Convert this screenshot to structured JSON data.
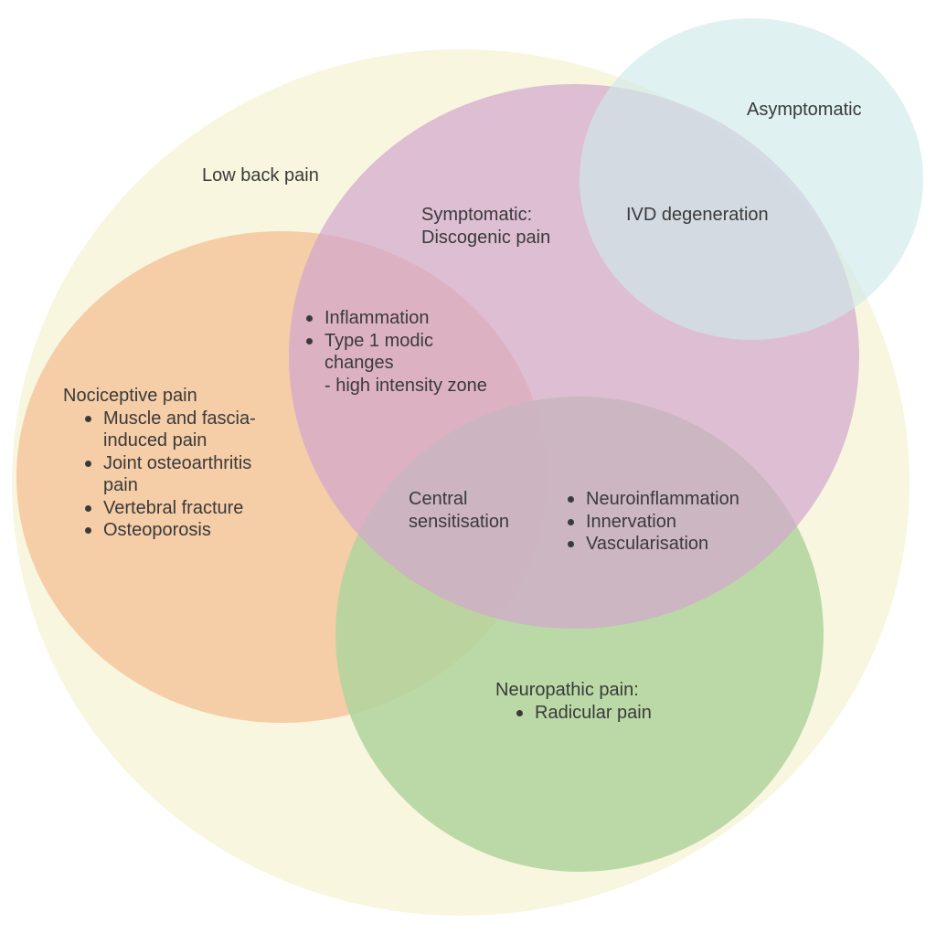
{
  "colors": {
    "low_back_pain": "#f8f6de",
    "symptomatic": "#d3a7cd",
    "asymptomatic": "#cfeaea",
    "nociceptive": "#f4c9a2",
    "neuropathic": "#b2d49d",
    "text": "#3a3a3a"
  },
  "sets": {
    "low_back_pain": {
      "label": "Low back pain"
    },
    "asymptomatic": {
      "label": "Asymptomatic"
    },
    "symptomatic": {
      "label_lines": [
        "Symptomatic:",
        "Discogenic pain"
      ]
    },
    "ivd": {
      "label": "IVD degeneration"
    },
    "nociceptive": {
      "title": "Nociceptive pain",
      "items": [
        [
          "Muscle and fascia-",
          "induced pain"
        ],
        [
          "Joint osteoarthritis",
          "pain"
        ],
        [
          "Vertebral fracture"
        ],
        [
          "Osteoporosis"
        ]
      ]
    },
    "neuropathic": {
      "title": "Neuropathic pain:",
      "items": [
        "Radicular pain"
      ]
    }
  },
  "overlaps": {
    "nociceptive_symptomatic": {
      "items": [
        [
          "Inflammation"
        ],
        [
          "Type 1 modic",
          "changes"
        ]
      ],
      "sub": "- high intensity zone"
    },
    "central": {
      "label_lines": [
        "Central",
        "sensitisation"
      ]
    },
    "symptomatic_neuropathic": {
      "items": [
        "Neuroinflammation",
        "Innervation",
        "Vascularisation"
      ]
    }
  }
}
